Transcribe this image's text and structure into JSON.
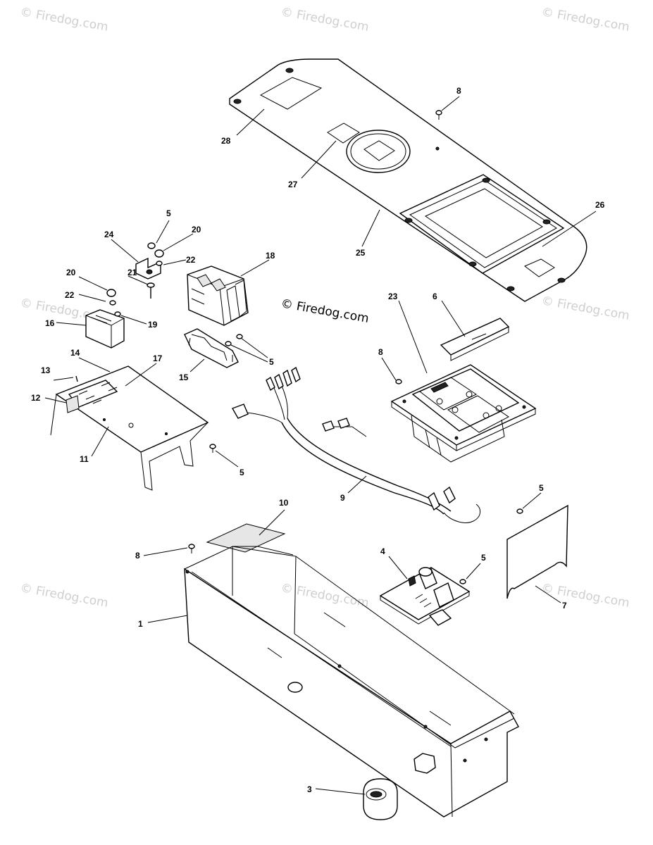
{
  "watermarks": {
    "corner_text": "© Firedog.com",
    "center_text": "© Firedog.com"
  },
  "callouts": {
    "c1": "1",
    "c3": "3",
    "c4": "4",
    "c5a": "5",
    "c5b": "5",
    "c5c": "5",
    "c5d": "5",
    "c5e": "5",
    "c6": "6",
    "c7": "7",
    "c8a": "8",
    "c8b": "8",
    "c8c": "8",
    "c9": "9",
    "c10": "10",
    "c11": "11",
    "c12": "12",
    "c13": "13",
    "c14": "14",
    "c15": "15",
    "c16": "16",
    "c17": "17",
    "c18": "18",
    "c19": "19",
    "c20a": "20",
    "c20b": "20",
    "c21": "21",
    "c22a": "22",
    "c22b": "22",
    "c23": "23",
    "c24": "24",
    "c25": "25",
    "c26": "26",
    "c27": "27",
    "c28": "28"
  }
}
